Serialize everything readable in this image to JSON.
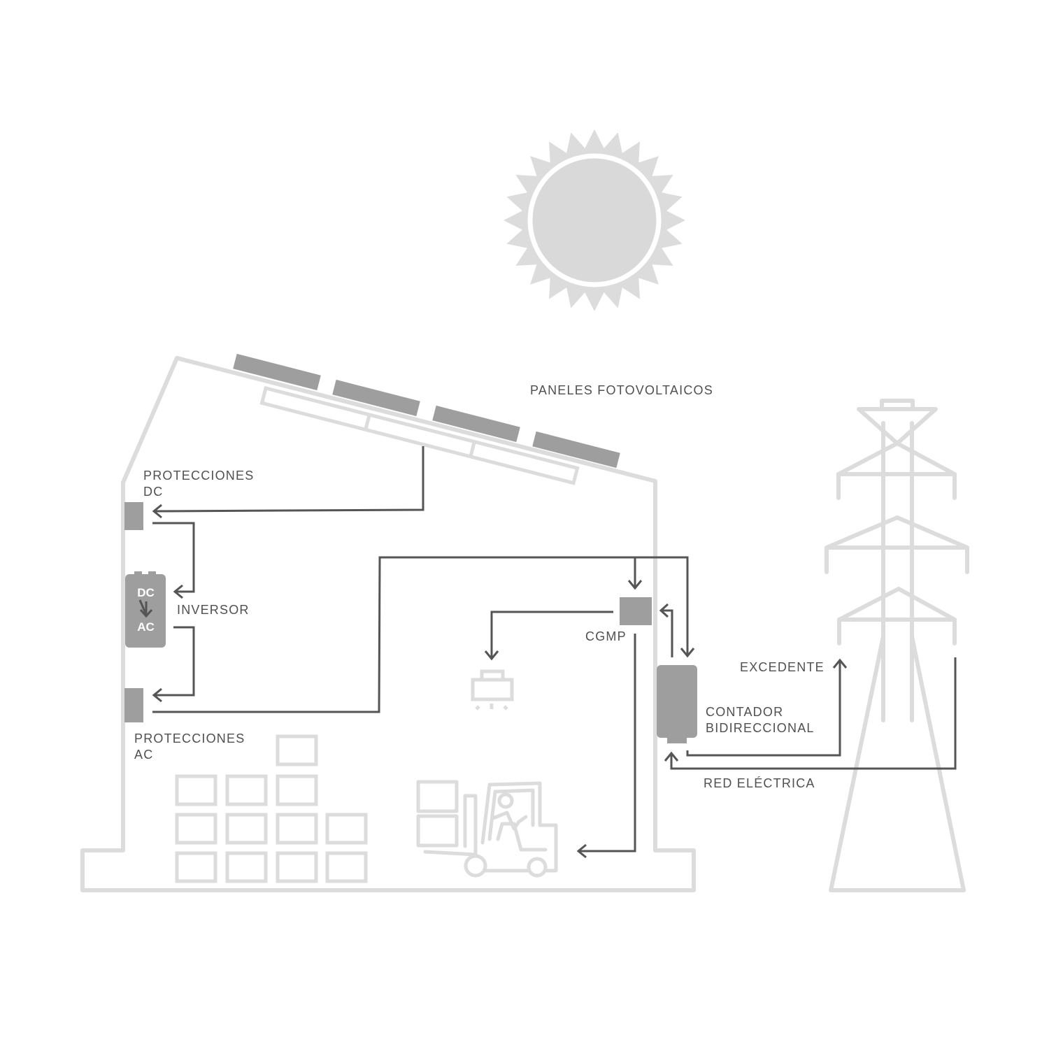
{
  "labels": {
    "panels": "PANELES FOTOVOLTAICOS",
    "dc_protection_line1": "PROTECCIONES",
    "dc_protection_line2": "DC",
    "inverter": "INVERSOR",
    "inverter_dc": "DC",
    "inverter_ac": "AC",
    "ac_protection_line1": "PROTECCIONES",
    "ac_protection_line2": "AC",
    "cgmp": "CGMP",
    "surplus": "EXCEDENTE",
    "meter_line1": "CONTADOR",
    "meter_line2": "BIDIRECCIONAL",
    "grid": "RED ELÉCTRICA"
  },
  "colors": {
    "outline": "#dcdcdc",
    "component": "#9e9e9e",
    "flow": "#555555",
    "text": "#505050"
  }
}
